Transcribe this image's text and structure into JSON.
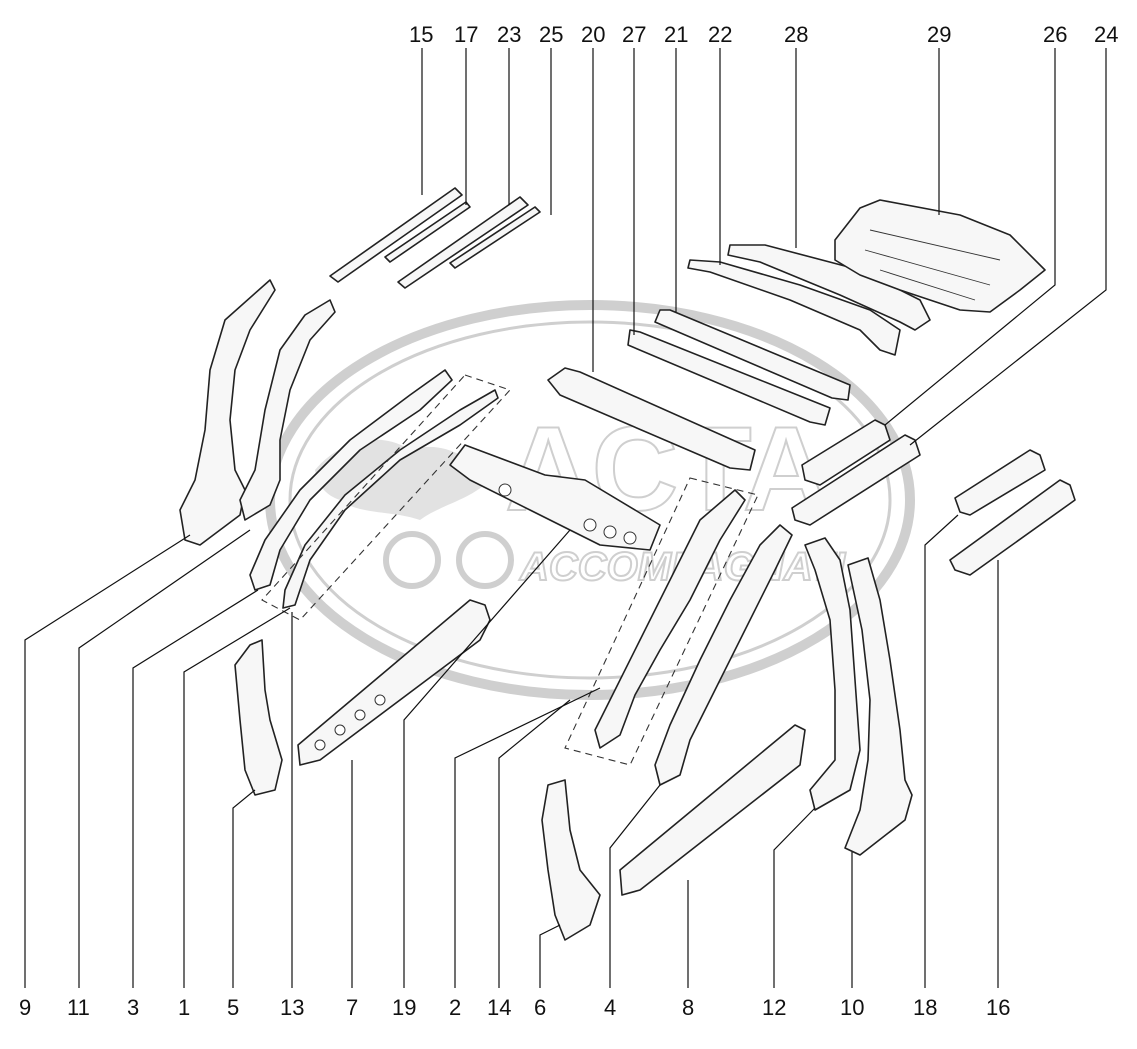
{
  "watermark": {
    "main_text": "ACTA",
    "sub_text": "ACCOMPAGNATI"
  },
  "callouts": {
    "top": [
      "15",
      "17",
      "23",
      "25",
      "20",
      "27",
      "21",
      "22",
      "28",
      "29",
      "26",
      "24"
    ],
    "bottom": [
      "9",
      "11",
      "3",
      "1",
      "5",
      "13",
      "7",
      "19",
      "2",
      "14",
      "6",
      "4",
      "8",
      "12",
      "10",
      "18",
      "16"
    ]
  },
  "colors": {
    "line": "#222222",
    "watermark": "#cfcfcf",
    "background": "#ffffff"
  }
}
